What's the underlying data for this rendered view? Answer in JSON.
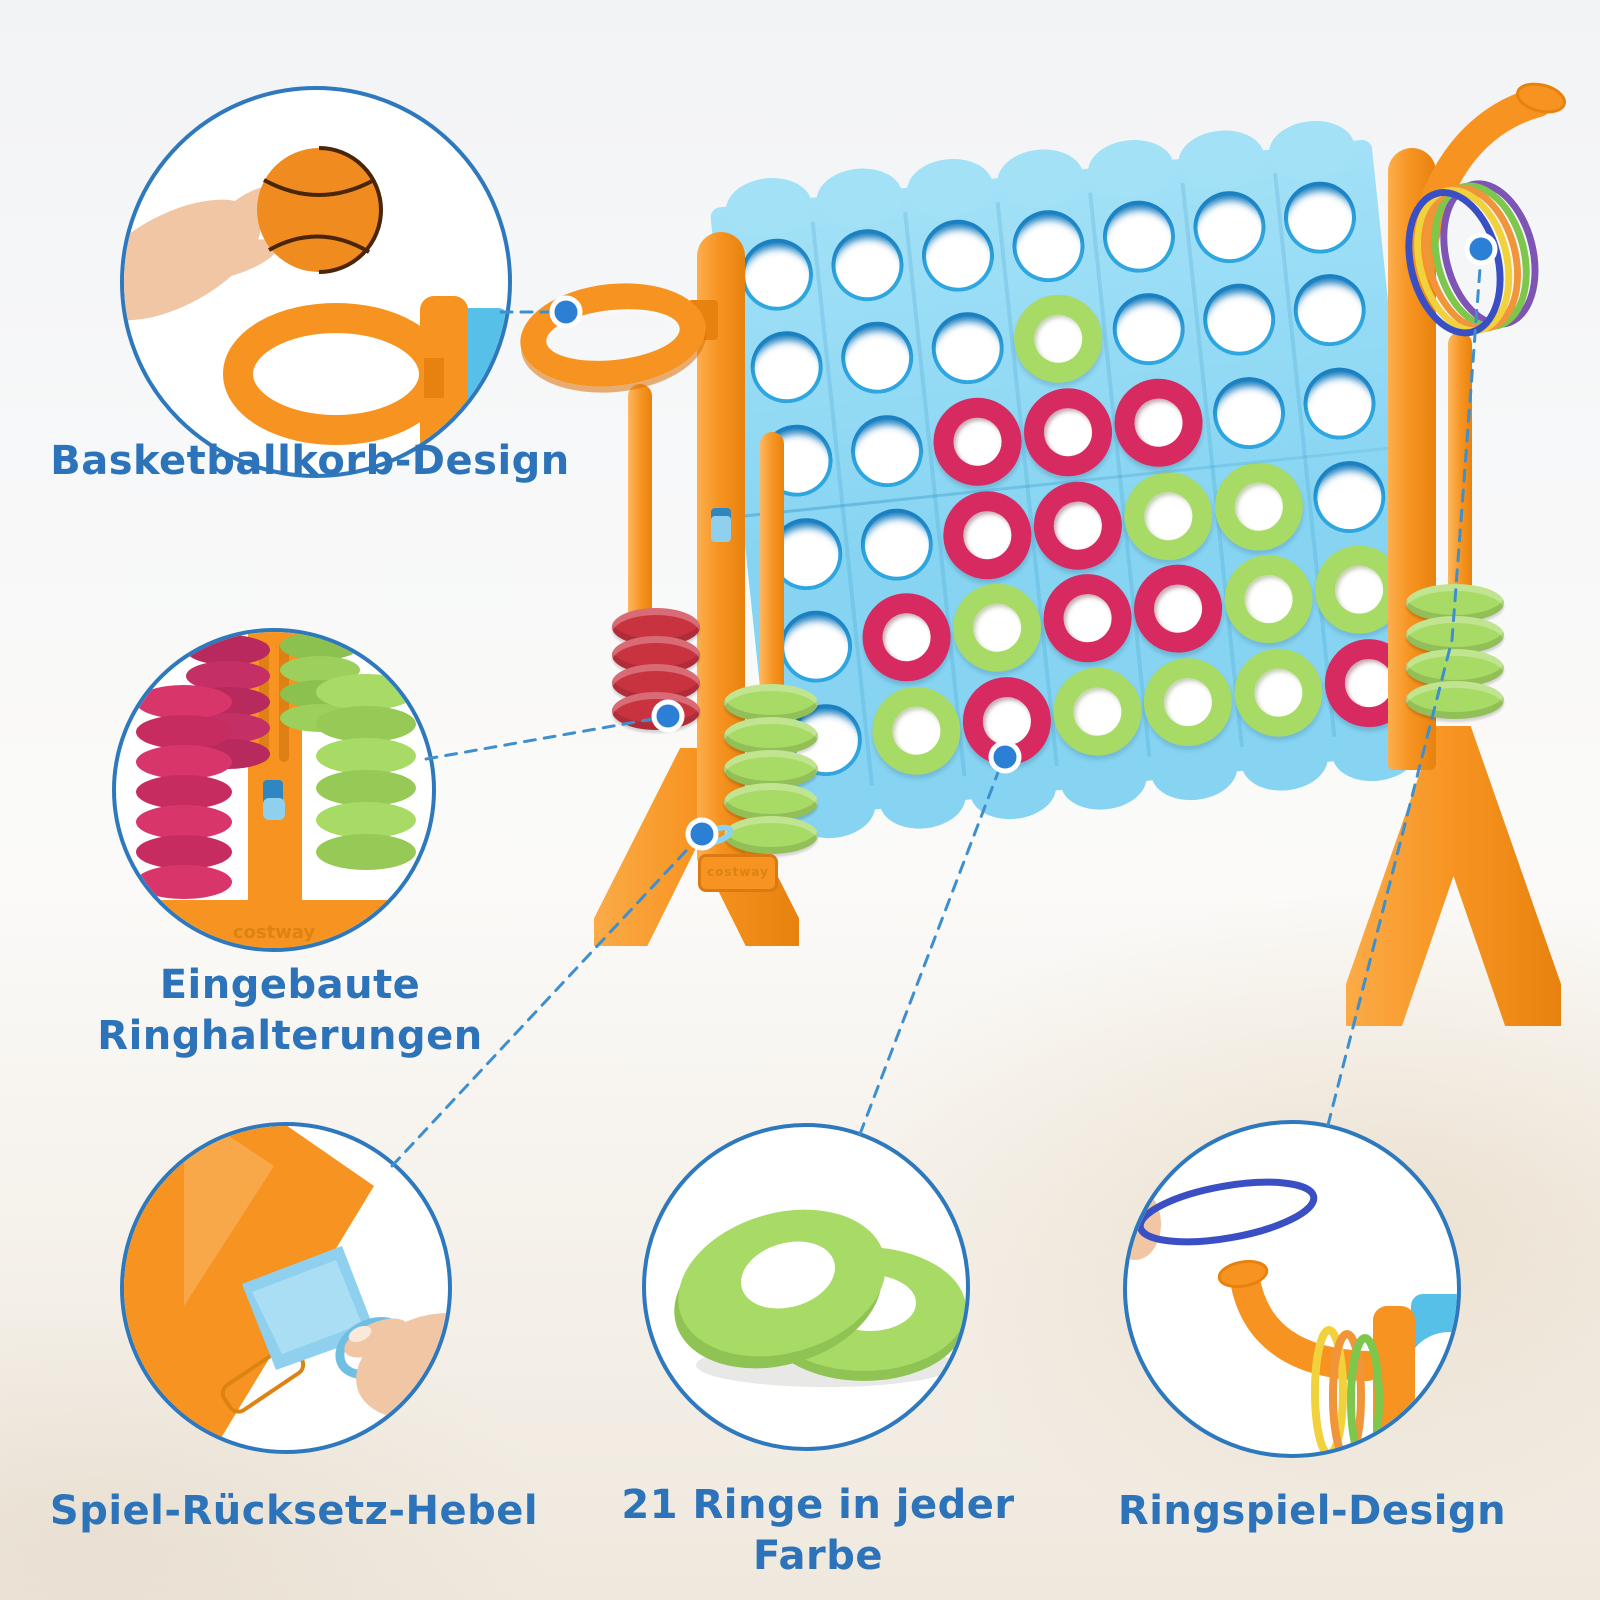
{
  "page": {
    "type": "product-feature-infographic",
    "language": "de"
  },
  "brand": {
    "embossed_logo": "costway"
  },
  "colors": {
    "bg_top": "#f2f3f5",
    "bg_bottom": "#efe8dd",
    "label_text": "#2d73b9",
    "callout_border": "#2e79bd",
    "connector": "#3d8fcf",
    "marker_dot": "#2b80d5",
    "frame_orange": "#f79421",
    "frame_orange_dark": "#e8820e",
    "board_blue": "#86d4f2",
    "board_blue_light": "#a3e1f7",
    "hole_rim": "#2ea6df",
    "hole_shadow": "#1b7fc0",
    "ring_red": "#d62a60",
    "ring_green": "#a8da66",
    "holder_red": "#c93340",
    "lever_blue": "#8fd0ee",
    "panel_blue": "#56c0e8",
    "skin": "#f0c6a4",
    "basketball": "#ef8b1f",
    "ball_line": "#4a2508",
    "toss_ring_blue": "#3a4fc4",
    "toss_ring_yellow": "#f1d23c",
    "toss_ring_orange": "#f0953a",
    "toss_ring_green": "#7cc74c",
    "toss_ring_purple": "#7e55b5"
  },
  "callouts": [
    {
      "id": "basketball-hoop",
      "icon": "hand-with-mini-basketball-over-hoop-photo",
      "label": "Basketballkorb-Design"
    },
    {
      "id": "ring-holders",
      "icon": "built-in-ring-holder-stacks-photo",
      "label_line1": "Eingebaute",
      "label_line2": "Ringhalterungen"
    },
    {
      "id": "reset-lever",
      "icon": "hand-pulling-blue-reset-lever-photo",
      "label": "Spiel-Rücksetz-Hebel"
    },
    {
      "id": "ring-count",
      "icon": "two-green-rings-photo",
      "label_line1": "21 Ringe in jeder",
      "label_line2": "Farbe"
    },
    {
      "id": "ring-toss",
      "icon": "ring-toss-hook-photo",
      "label": "Ringspiel-Design"
    }
  ],
  "board": {
    "columns": 7,
    "rows": 6,
    "cell_legend": {
      "E": "empty",
      "R": "red-ring",
      "G": "green-ring"
    },
    "grid": [
      [
        "E",
        "E",
        "E",
        "E",
        "E",
        "E",
        "E"
      ],
      [
        "E",
        "E",
        "E",
        "G",
        "E",
        "E",
        "E"
      ],
      [
        "E",
        "E",
        "R",
        "R",
        "R",
        "E",
        "E"
      ],
      [
        "E",
        "E",
        "R",
        "R",
        "G",
        "G",
        "E"
      ],
      [
        "E",
        "R",
        "G",
        "R",
        "R",
        "G",
        "G"
      ],
      [
        "E",
        "G",
        "R",
        "G",
        "G",
        "G",
        "R"
      ]
    ]
  },
  "product": {
    "holder_stacks": [
      {
        "position": "left-front",
        "color": "red",
        "ring_count": 4
      },
      {
        "position": "left-mid",
        "color": "green",
        "ring_count": 5
      },
      {
        "position": "right",
        "color": "green",
        "ring_count": 4
      }
    ],
    "hook_rings": [
      "blue",
      "yellow",
      "orange",
      "green",
      "purple"
    ]
  }
}
